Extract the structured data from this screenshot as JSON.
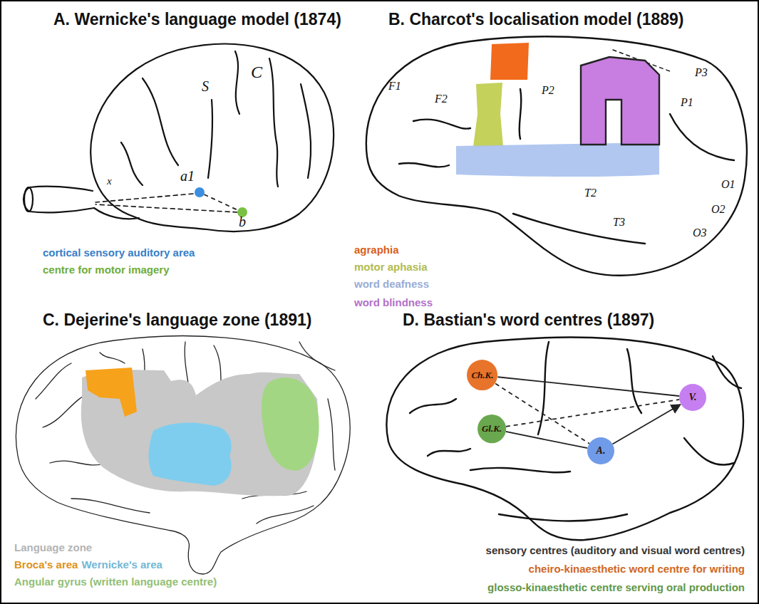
{
  "diagram": {
    "nodes": [
      {
        "text": [
          "a1"
        ]
      },
      {
        "text": [
          "b"
        ]
      },
      {
        "text": [
          "Ch.K."
        ]
      },
      {
        "text": [
          "Gl.K."
        ]
      },
      {
        "text": [
          "A."
        ]
      },
      {
        "text": [
          "V."
        ]
      }
    ],
    "edges": [
      {
        "from": 0,
        "to": 1,
        "arrow": "none"
      },
      {
        "from": 2,
        "to": 5,
        "arrow": "none"
      },
      {
        "from": 2,
        "to": 4,
        "arrow": "none"
      },
      {
        "from": 3,
        "to": 4,
        "arrow": "none"
      },
      {
        "from": 3,
        "to": 5,
        "arrow": "none"
      },
      {
        "from": 4,
        "to": 5,
        "arrow": "to"
      }
    ],
    "labels": [
      "A. Wernicke's language model (1874)",
      "B. Charcot's localisation model (1889)",
      "C. Dejerine's language zone (1891)",
      "D. Bastian's word centres (1897)",
      "S",
      "C",
      "x",
      "F1",
      "F2",
      "P2",
      "P3",
      "P1",
      "O1",
      "O2",
      "O3",
      "T2",
      "T3"
    ],
    "legend": [
      {
        "text": "cortical sensory auditory area",
        "color": "#3b8fe0"
      },
      {
        "text": "centre for motor imagery",
        "color": "#7ac143"
      },
      {
        "text": "agraphia",
        "color": "#f26a1b"
      },
      {
        "text": "motor aphasia",
        "color": "#c4d15a"
      },
      {
        "text": "word deafness",
        "color": "#a9c1ee"
      },
      {
        "text": "word blindness",
        "color": "#c77ee0"
      },
      {
        "text": "Language zone",
        "color": "#c8c8c8"
      },
      {
        "text": "Broca's area",
        "color": "#f7a21b"
      },
      {
        "text": "Wernicke's area",
        "color": "#7fcdee"
      },
      {
        "text": "Angular gyrus (written language centre)",
        "color": "#a3d683"
      },
      {
        "text": "sensory centres (auditory and visual word centres)"
      },
      {
        "text": "cheiro-kinaesthetic word centre for writing",
        "color": "#e8732a"
      },
      {
        "text": "glosso-kinaesthetic centre serving oral production",
        "color": "#6aa84f"
      }
    ]
  }
}
